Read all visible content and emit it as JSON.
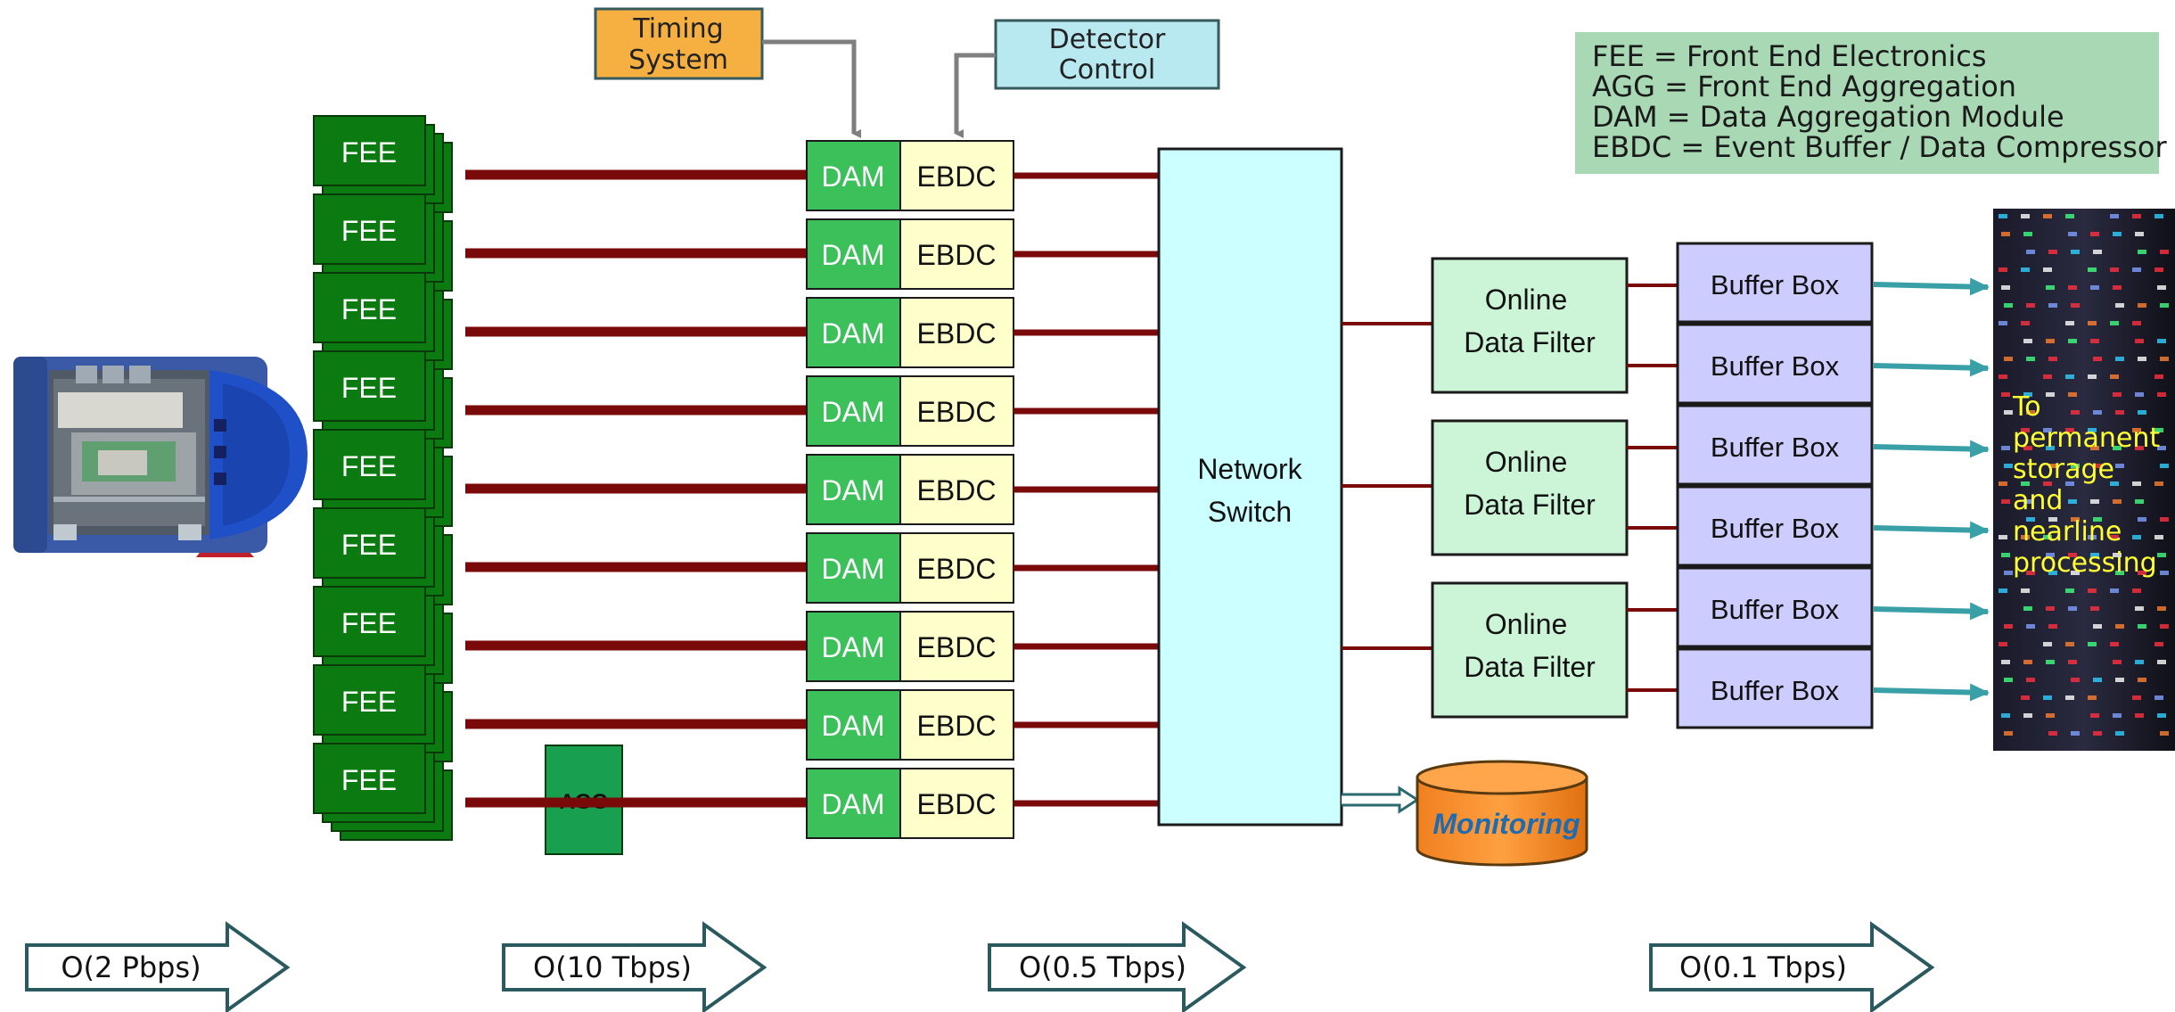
{
  "timing_system": [
    "Timing",
    "System"
  ],
  "detector_control": [
    "Detector",
    "Control"
  ],
  "legend": [
    "FEE = Front End Electronics",
    "AGG = Front End Aggregation",
    "DAM = Data Aggregation Module",
    "EBDC = Event Buffer / Data Compressor"
  ],
  "fee_label": "FEE",
  "fee_count": 9,
  "agg_label": "AGG",
  "dam_label": "DAM",
  "ebdc_label": "EBDC",
  "network_switch": [
    "Network",
    "Switch"
  ],
  "online_filter": [
    "Online",
    "Data Filter"
  ],
  "online_filter_count": 3,
  "buffer_box_label": "Buffer Box",
  "buffer_box_count": 6,
  "monitoring_label": "Monitoring",
  "storage_text": [
    "To",
    "permanent",
    "storage",
    "and",
    "nearline",
    "processing"
  ],
  "bandwidth": [
    "O(2 Pbps)",
    "O(10 Tbps)",
    "O(0.5 Tbps)",
    "O(0.1 Tbps)"
  ],
  "colors": {
    "fee_green": "#0b7a10",
    "dam_green": "#3cc05a",
    "ebdc_yellow": "#ffffcc",
    "link_red": "#7a0a0a",
    "switch_cyan": "#ccffff",
    "filter_green": "#ccf5d8",
    "buffer_lavender": "#ccccff",
    "timing_orange": "#f5b041",
    "control_blue": "#b8e8f0",
    "legend_green": "#a8d8b4",
    "monitoring_orange": "#ff9933",
    "monitoring_text": "#1f6bb0",
    "teal_arrow": "#3aa0a8",
    "storage_text": "#ffff33"
  },
  "icons": {
    "detector": "detector-image-icon",
    "data_center": "server-racks-image-icon",
    "monitoring": "database-cylinder-icon"
  }
}
